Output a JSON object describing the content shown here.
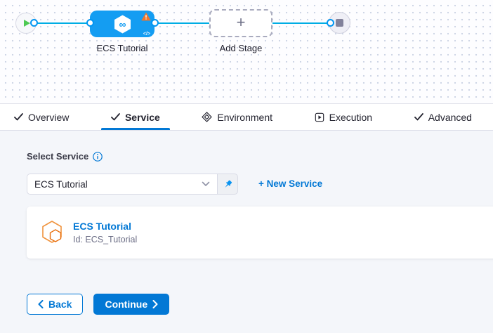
{
  "pipeline_canvas": {
    "stage_node": {
      "label": "ECS Tutorial",
      "icon": "deploy-infinity-icon",
      "infinity_glyph": "∞",
      "warning_icon": "warning-triangle-icon",
      "code_glyph": "</>"
    },
    "add_stage": {
      "label": "Add Stage",
      "plus_glyph": "+"
    },
    "start_node_icon": "play-icon",
    "end_node_icon": "stop-icon"
  },
  "tabs": [
    {
      "label": "Overview",
      "icon": "check-icon",
      "active": false
    },
    {
      "label": "Service",
      "icon": "check-icon",
      "active": true
    },
    {
      "label": "Environment",
      "icon": "environment-icon",
      "active": false
    },
    {
      "label": "Execution",
      "icon": "execution-icon",
      "active": false
    },
    {
      "label": "Advanced",
      "icon": "check-icon",
      "active": false
    }
  ],
  "service_form": {
    "label": "Select Service",
    "info_icon": "info-icon",
    "dropdown_value": "ECS Tutorial",
    "pin_icon": "pin-icon",
    "new_service_link": "+ New Service",
    "service_card": {
      "icon": "ecs-hexagon-icon",
      "title": "ECS Tutorial",
      "id_text": "Id: ECS_Tutorial"
    }
  },
  "footer": {
    "back_label": "Back",
    "continue_label": "Continue"
  },
  "colors": {
    "primary_blue": "#0278d5",
    "node_blue": "#149df2",
    "connector_line": "#00ade4",
    "warning_orange": "#f0762b",
    "success_green": "#4dc952",
    "content_bg": "#f4f6fa"
  }
}
